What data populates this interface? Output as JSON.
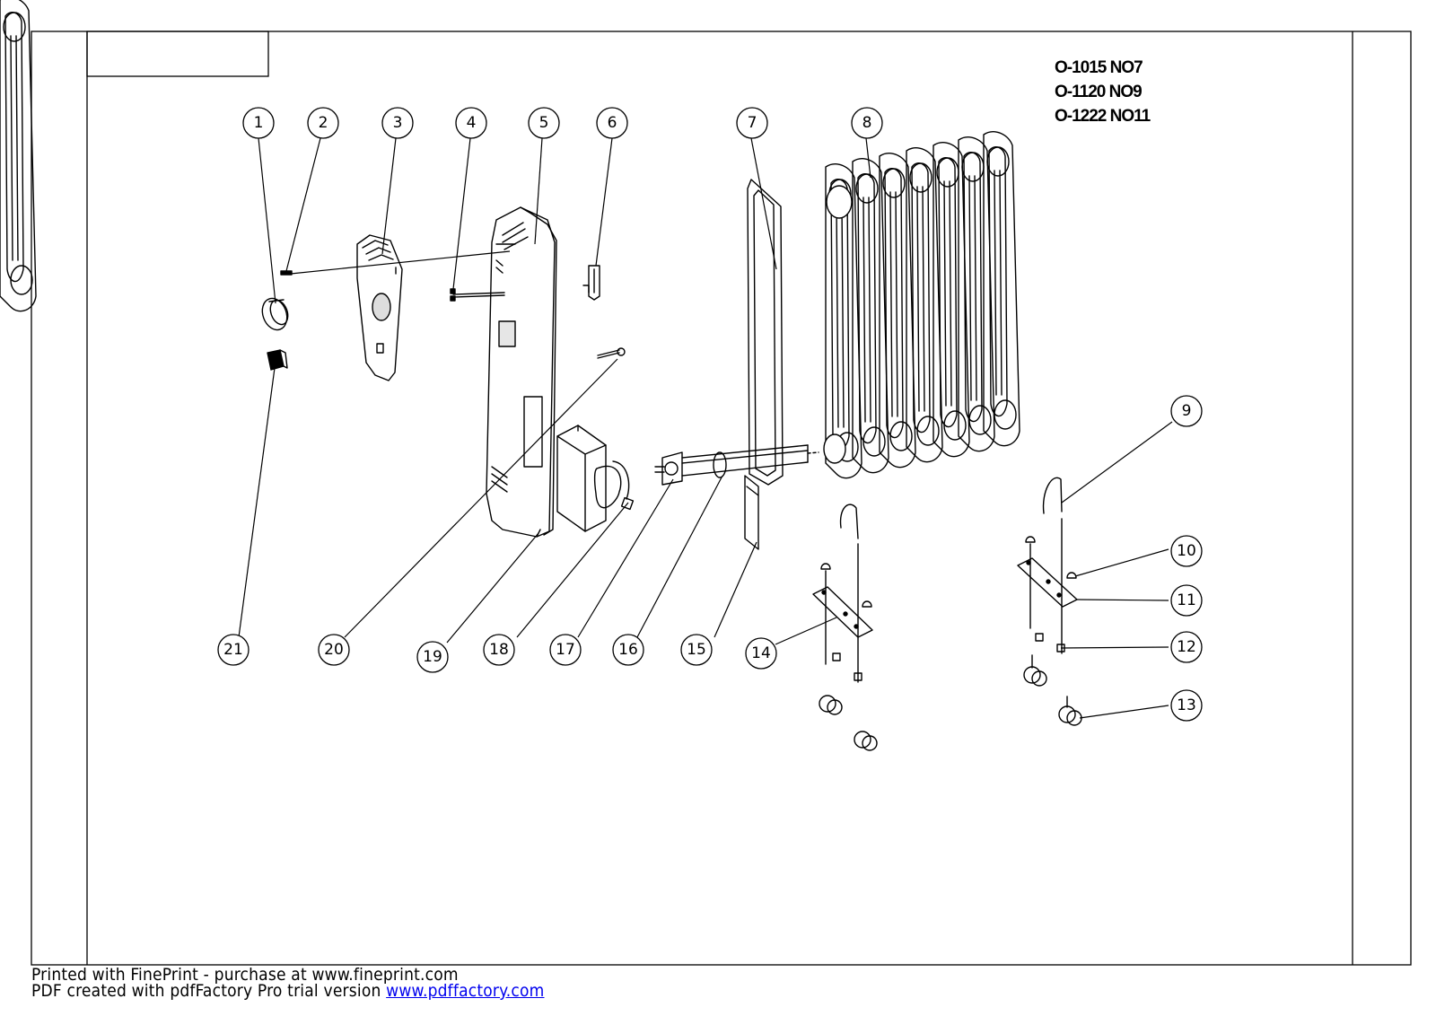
{
  "models": [
    "O-1015 NO7",
    "O-1120 NO9",
    "O-1222 NO11"
  ],
  "footer": {
    "fineprint": "Printed with FinePrint - purchase at www.fineprint.com",
    "pdffactory_prefix": "PDF created with pdfFactory Pro trial version ",
    "pdffactory_link": "www.pdffactory.com"
  },
  "callouts": [
    "1",
    "2",
    "3",
    "4",
    "5",
    "6",
    "7",
    "8",
    "9",
    "10",
    "11",
    "12",
    "13",
    "14",
    "15",
    "16",
    "17",
    "18",
    "19",
    "20",
    "21"
  ]
}
